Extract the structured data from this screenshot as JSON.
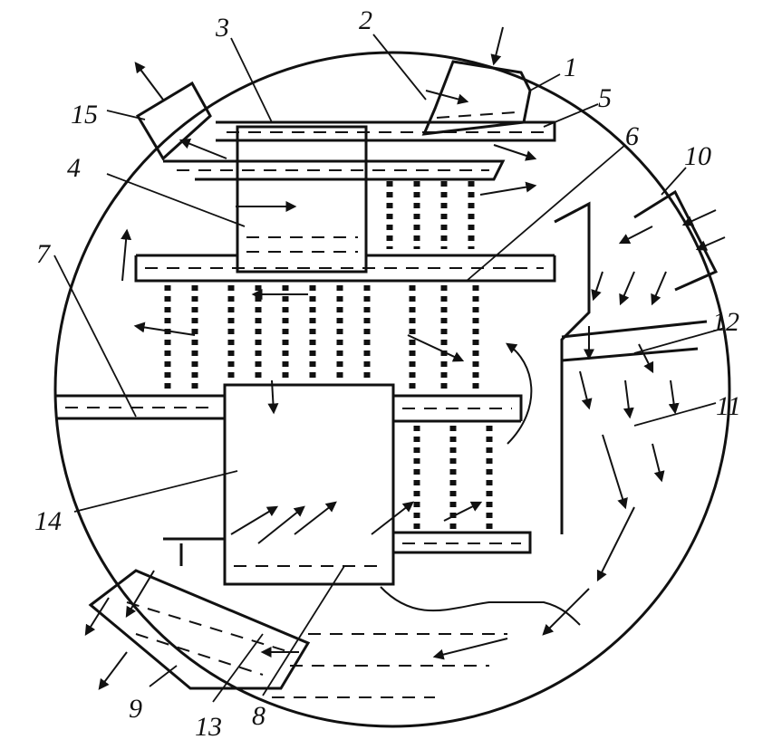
{
  "labels": {
    "l1": "1",
    "l2": "2",
    "l3": "3",
    "l4": "4",
    "l5": "5",
    "l6": "6",
    "l7": "7",
    "l8": "8",
    "l9": "9",
    "l10": "10",
    "l11": "11",
    "l12": "12",
    "l13": "13",
    "l14": "14",
    "l15": "15"
  },
  "colors": {
    "ink": "#111111",
    "paper": "#ffffff"
  }
}
